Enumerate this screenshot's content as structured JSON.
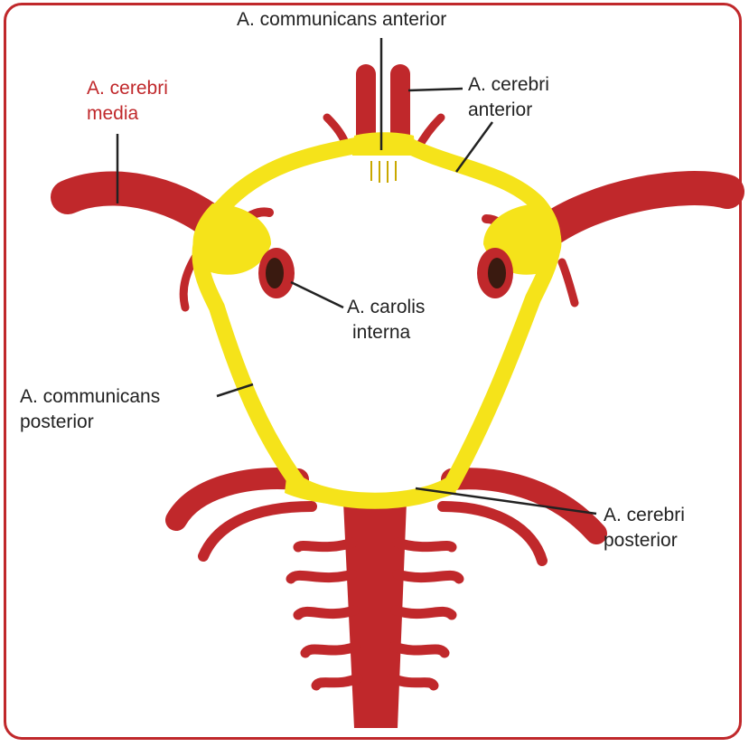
{
  "colors": {
    "artery": "#c0282b",
    "circle": "#f5e31a",
    "circle_outline": "#c9a800",
    "label_text": "#222222",
    "highlight_label": "#c0282b",
    "frame": "#c0282b"
  },
  "labels": {
    "communicans_anterior": "A. communicans anterior",
    "cerebri_anterior": [
      "A. cerebri",
      "anterior"
    ],
    "cerebri_media": [
      "A. cerebri",
      "media"
    ],
    "carotis_interna": [
      "A. carolis",
      "interna"
    ],
    "communicans_posterior": [
      "A. communicans",
      "posterior"
    ],
    "cerebri_posterior": [
      "A. cerebri",
      "posterior"
    ]
  }
}
